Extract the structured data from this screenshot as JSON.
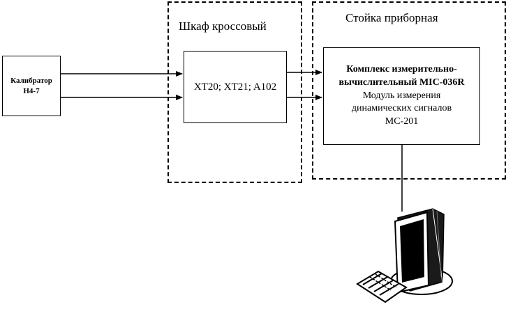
{
  "cabinet": {
    "title": "Шкаф кроссовый"
  },
  "rack": {
    "title": "Стойка приборная"
  },
  "calibrator": {
    "line1": "Калибратор",
    "line2": "Н4-7"
  },
  "terminals": {
    "label": "XT20; XT21; A102"
  },
  "complex": {
    "line1": "Комплекс измерительно-",
    "line2": "вычислительный MIC-036R",
    "line3": "Модуль измерения",
    "line4": "динамических сигналов",
    "line5": "MC-201"
  },
  "computer": {
    "icon": "computer-icon"
  }
}
